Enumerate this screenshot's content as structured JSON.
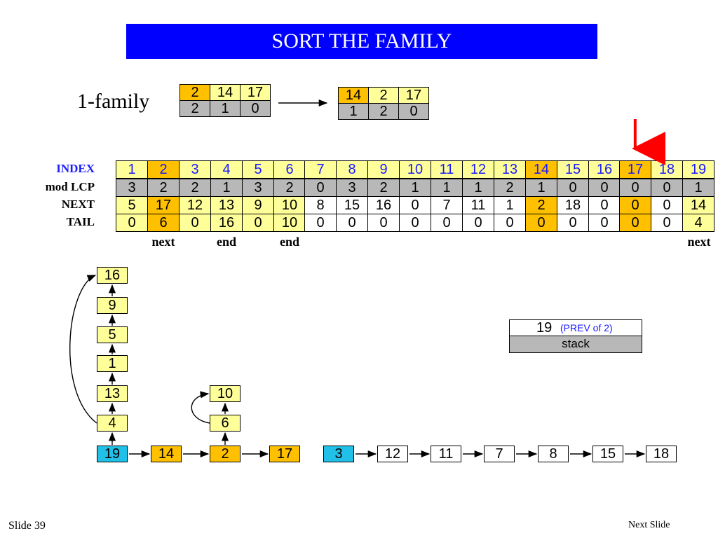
{
  "title": "SORT THE FAMILY",
  "family_label": "1-family",
  "family_before": {
    "top": [
      "2",
      "14",
      "17"
    ],
    "bottom": [
      "2",
      "1",
      "0"
    ]
  },
  "family_after": {
    "top": [
      "14",
      "2",
      "17"
    ],
    "bottom": [
      "1",
      "2",
      "0"
    ]
  },
  "row_labels": {
    "index": "INDEX",
    "lcp": "mod LCP",
    "next": "NEXT",
    "tail": "TAIL"
  },
  "table": {
    "index": [
      "1",
      "2",
      "3",
      "4",
      "5",
      "6",
      "7",
      "8",
      "9",
      "10",
      "11",
      "12",
      "13",
      "14",
      "15",
      "16",
      "17",
      "18",
      "19"
    ],
    "lcp": [
      "3",
      "2",
      "2",
      "1",
      "3",
      "2",
      "0",
      "3",
      "2",
      "1",
      "1",
      "1",
      "2",
      "1",
      "0",
      "0",
      "0",
      "0",
      "1"
    ],
    "next": [
      "5",
      "17",
      "12",
      "13",
      "9",
      "10",
      "8",
      "15",
      "16",
      "0",
      "7",
      "11",
      "1",
      "2",
      "18",
      "0",
      "0",
      "0",
      "14"
    ],
    "tail": [
      "0",
      "6",
      "0",
      "16",
      "0",
      "10",
      "0",
      "0",
      "0",
      "0",
      "0",
      "0",
      "0",
      "0",
      "0",
      "0",
      "0",
      "0",
      "4"
    ],
    "highlight_columns": [
      2,
      14,
      17
    ]
  },
  "annotations": [
    {
      "col": 2,
      "text": "next"
    },
    {
      "col": 4,
      "text": "end"
    },
    {
      "col": 6,
      "text": "end"
    },
    {
      "col": 19,
      "text": "next"
    }
  ],
  "pointer_column": 17,
  "chain_a": [
    "19",
    "14",
    "2",
    "17"
  ],
  "chain_b": [
    "3",
    "12",
    "11",
    "7",
    "8",
    "15",
    "18"
  ],
  "stack_19": [
    "4",
    "13",
    "1",
    "5",
    "9",
    "16"
  ],
  "stack_2": [
    "6",
    "10"
  ],
  "stack_box": {
    "value": "19",
    "note": "(PREV of 2)",
    "label": "stack"
  },
  "footer_left": "Slide 39",
  "footer_right": "Next Slide",
  "colors": {
    "title_bg": "#0000ff",
    "yellow": "#ffff99",
    "orange": "#ffc000",
    "gray": "#b8b8b8",
    "cyan": "#20c0e8",
    "blue_text": "#1a1aff",
    "pointer": "#ff0000"
  }
}
